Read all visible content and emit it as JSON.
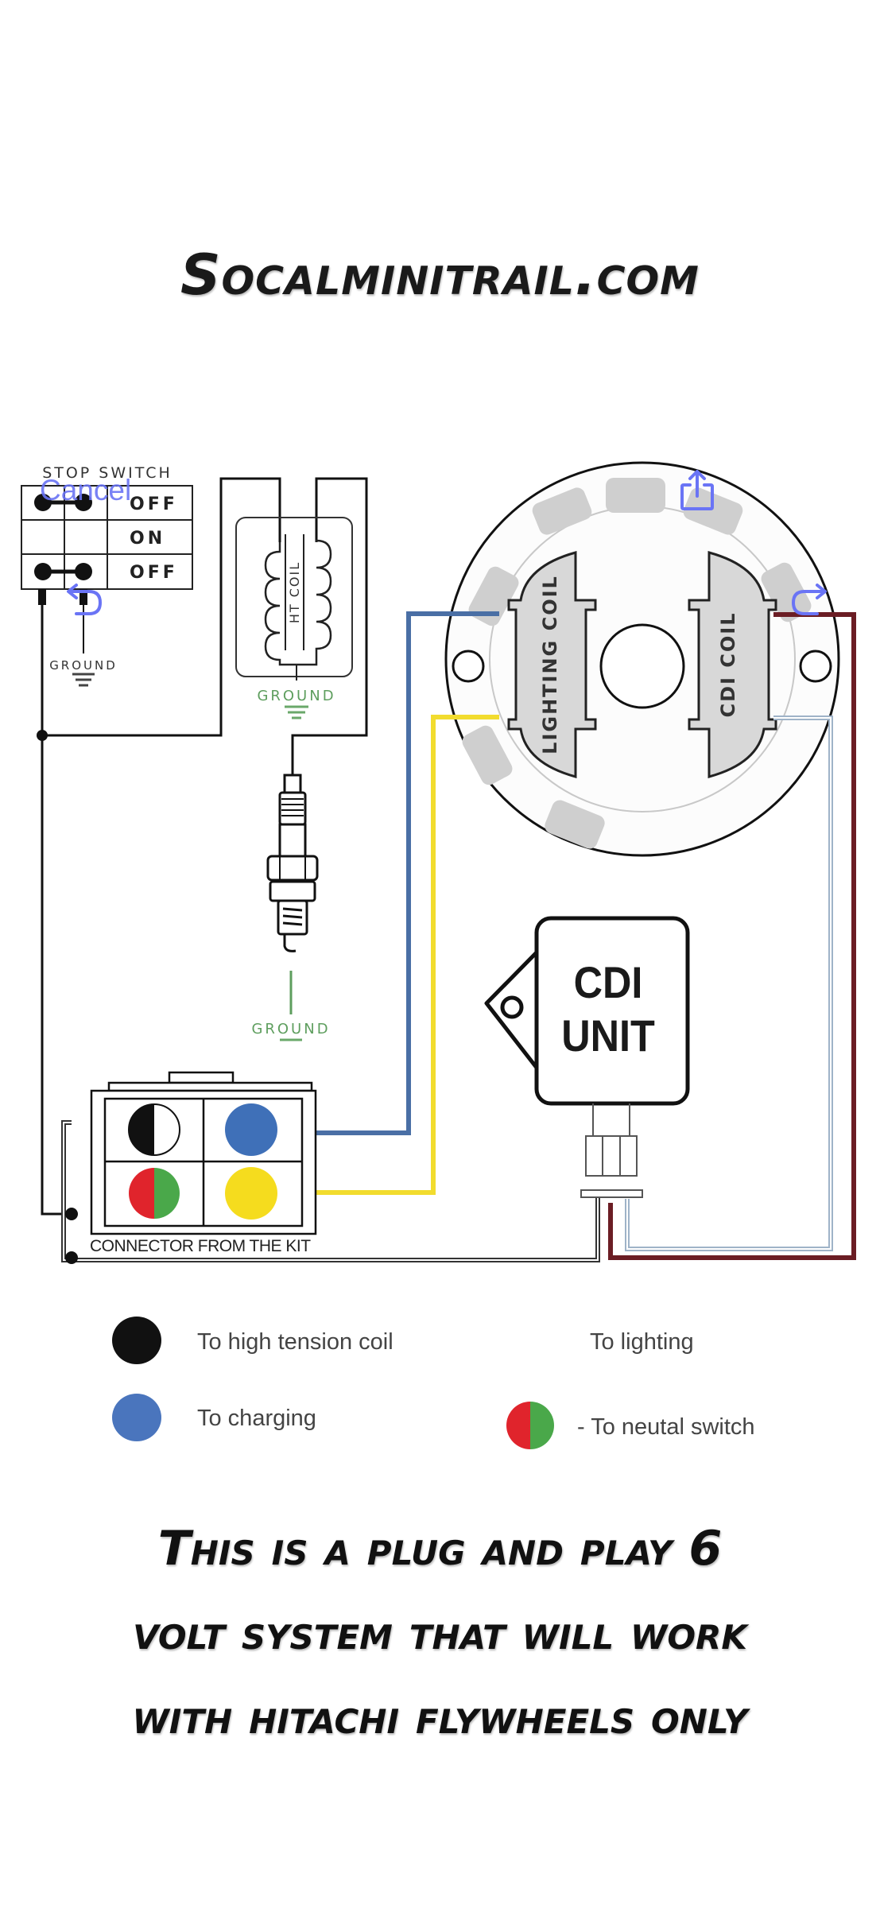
{
  "header": {
    "title": "Socalminitrail.com"
  },
  "overlay": {
    "cancel_label": "Cancel",
    "icons": [
      "undo-icon",
      "share-icon",
      "redo-icon"
    ],
    "accent_color": "#6a74f5"
  },
  "diagram": {
    "stop_switch": {
      "title": "STOP SWITCH",
      "rows": [
        "OFF",
        "ON",
        "OFF"
      ],
      "ground_label": "GROUND"
    },
    "ht_coil": {
      "label": "HT COIL",
      "ground_label": "GROUND"
    },
    "spark_plug": {
      "ground_label": "GROUND"
    },
    "stator": {
      "lighting_coil_label": "LIGHTING COIL",
      "cdi_coil_label": "CDI COIL"
    },
    "cdi_unit": {
      "line1": "CDI",
      "line2": "UNIT"
    },
    "connector": {
      "label": "CONNECTOR FROM THE KIT"
    },
    "wire_colors": {
      "blue": "#4a6fa5",
      "yellow": "#f2dc2e",
      "maroon": "#6b1d24",
      "lightblue": "#9fb3c8",
      "black": "#111111",
      "ground_green": "#5e9e5e",
      "pin_blue": "#3f70b8",
      "pin_yellow": "#f5dc1e",
      "pin_red": "#e0242c",
      "pin_green": "#4aa84a"
    }
  },
  "legend": {
    "items": [
      {
        "symbol": "black",
        "label": "To high tension coil"
      },
      {
        "symbol": "none",
        "label": "To lighting"
      },
      {
        "symbol": "blue",
        "label": "To charging"
      },
      {
        "symbol": "red-green",
        "label": "- To neutal switch"
      }
    ]
  },
  "caption": {
    "lines": [
      "This is a plug and play 6",
      "volt system that will work",
      "with hitachi flywheels only"
    ]
  }
}
